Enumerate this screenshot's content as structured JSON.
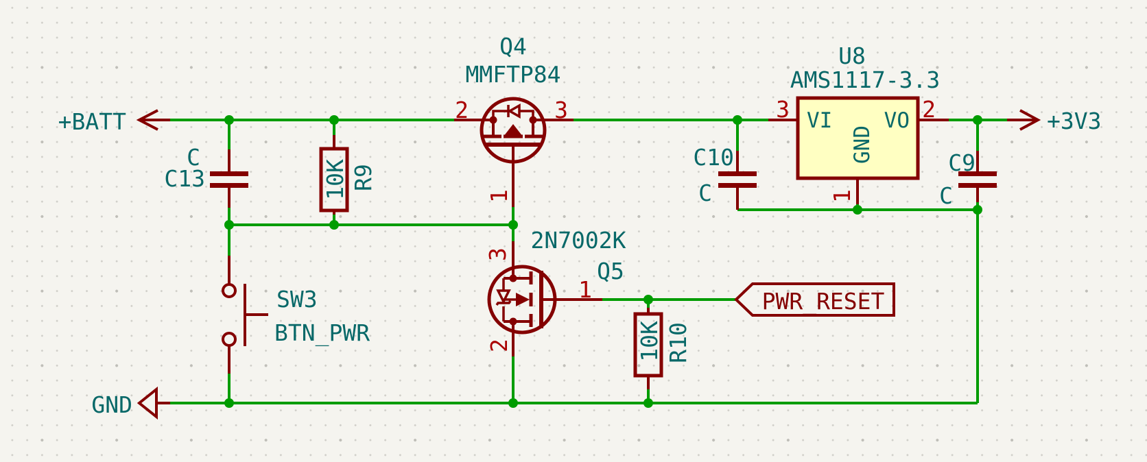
{
  "schematic": {
    "power_labels": {
      "batt": "+BATT",
      "gnd": "GND",
      "v3v3": "+3V3"
    },
    "net_labels": {
      "pwr_reset": "PWR_RESET"
    },
    "components": {
      "q4": {
        "ref": "Q4",
        "value": "MMFTP84",
        "pin1": "1",
        "pin2": "2",
        "pin3": "3"
      },
      "q5": {
        "ref": "Q5",
        "value": "2N7002K",
        "pin1": "1",
        "pin2": "2",
        "pin3": "3"
      },
      "u8": {
        "ref": "U8",
        "value": "AMS1117-3.3",
        "pin_name_vi": "VI",
        "pin_name_vo": "VO",
        "pin_name_gnd": "GND",
        "pin_num_vi": "3",
        "pin_num_vo": "2",
        "pin_num_gnd": "1"
      },
      "r9": {
        "ref": "R9",
        "value": "10K"
      },
      "r10": {
        "ref": "R10",
        "value": "10K"
      },
      "c13": {
        "ref": "C13",
        "value": "C"
      },
      "c10": {
        "ref": "C10",
        "value": "C"
      },
      "c9": {
        "ref": "C9",
        "value": "C"
      },
      "sw3": {
        "ref": "SW3",
        "value": "BTN_PWR"
      }
    },
    "colors": {
      "background": "#F5F4EF",
      "wire": "#009C00",
      "symbol": "#840000",
      "pin_number": "#A90000",
      "text": "#086868",
      "ic_fill": "#FFFFC2"
    }
  }
}
